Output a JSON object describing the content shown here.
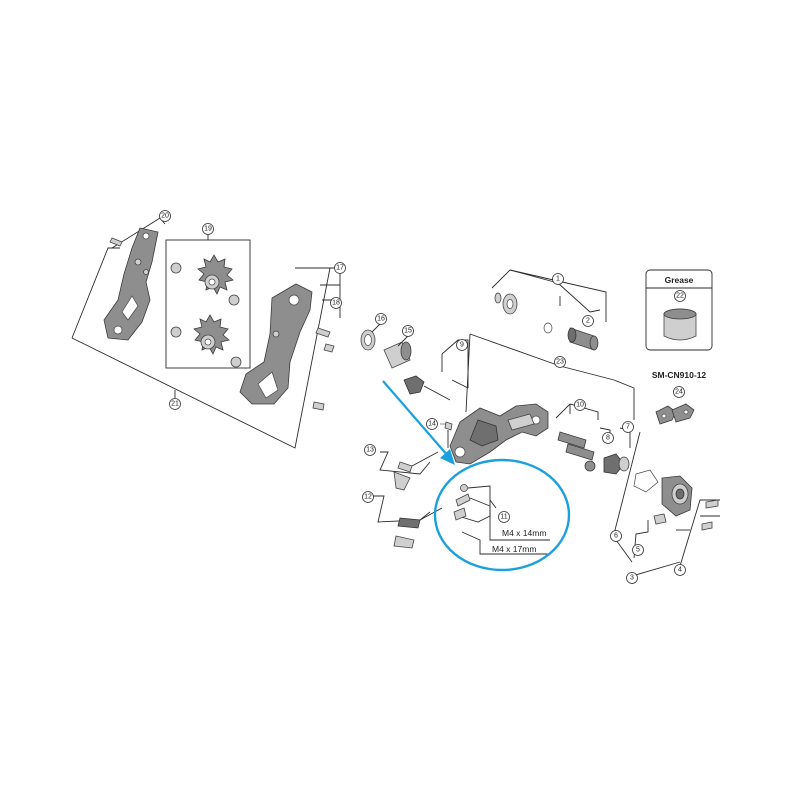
{
  "parts": {
    "p1": "1",
    "p2": "2",
    "p3": "3",
    "p4": "4",
    "p5": "5",
    "p6": "6",
    "p7": "7",
    "p8": "8",
    "p9": "9",
    "p10": "10",
    "p11": "11",
    "p12": "12",
    "p13": "13",
    "p14": "14",
    "p15": "15",
    "p16": "16",
    "p17": "17",
    "p18": "18",
    "p19": "19",
    "p20": "20",
    "p21": "21",
    "p22": "22",
    "p23": "23",
    "p24": "24"
  },
  "grease_box": {
    "title": "Grease"
  },
  "chain": {
    "label": "SM-CN910-12"
  },
  "bolts": {
    "bolt_a": "M4 x 14mm",
    "bolt_b": "M4 x 17mm"
  },
  "colors": {
    "highlight": "#1aa0dc",
    "line": "#2b2b2b",
    "part": "#8e8e8e"
  }
}
